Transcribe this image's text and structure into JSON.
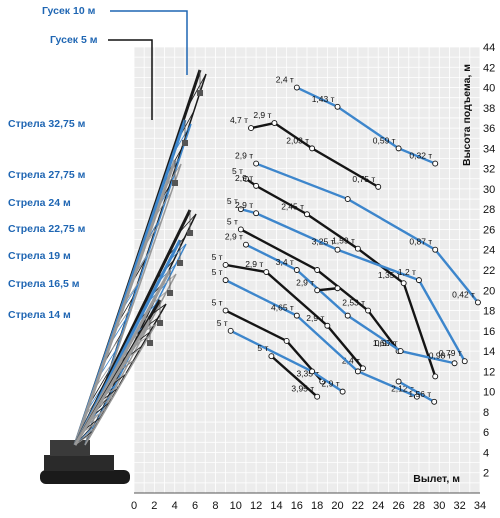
{
  "colors": {
    "blue": "#3d86cc",
    "black": "#151515",
    "gray": "#a8a8a8",
    "grid": "#d0d0d0",
    "plot_bg": "#ececec"
  },
  "chart_data": {
    "type": "line",
    "xlabel": "Вылет, м",
    "ylabel": "Высота подъема, м",
    "xlim": [
      0,
      34
    ],
    "ylim": [
      0,
      44
    ],
    "x_ticks": [
      "0",
      "2",
      "4",
      "6",
      "8",
      "10",
      "12",
      "14",
      "16",
      "18",
      "20",
      "22",
      "24",
      "26",
      "28",
      "30",
      "32",
      "34"
    ],
    "y_ticks": [
      "2",
      "4",
      "6",
      "8",
      "10",
      "12",
      "14",
      "16",
      "18",
      "20",
      "22",
      "24",
      "26",
      "28",
      "30",
      "32",
      "34",
      "36",
      "38",
      "40",
      "42",
      "44"
    ],
    "configs": [
      {
        "label": "Гусек 10 м",
        "color": "blue"
      },
      {
        "label": "Гусек 5 м",
        "color": "black"
      },
      {
        "label": "Стрела 32,75 м",
        "color": "blue"
      },
      {
        "label": "Стрела 27,75 м",
        "color": "blue"
      },
      {
        "label": "Стрела 24 м",
        "color": "blue"
      },
      {
        "label": "Стрела 22,75 м",
        "color": "blue"
      },
      {
        "label": "Стрела 19 м",
        "color": "blue"
      },
      {
        "label": "Стрела 16,5 м",
        "color": "blue"
      },
      {
        "label": "Стрела 14 м",
        "color": "blue"
      }
    ],
    "series": [
      {
        "color": "blue",
        "points": [
          [
            16,
            40
          ],
          [
            20,
            38.1
          ],
          [
            26,
            34
          ],
          [
            29.6,
            32.5
          ]
        ],
        "labels": [
          "2,4 т",
          "1,43 т",
          "0,59 т",
          "0,32 т"
        ]
      },
      {
        "color": "black",
        "points": [
          [
            11.5,
            36
          ],
          [
            13.8,
            36.5
          ],
          [
            17.5,
            34
          ],
          [
            24,
            30.2
          ]
        ],
        "labels": [
          "4,7 т",
          "2,9 т",
          "2,03 т",
          "0,75 т"
        ]
      },
      {
        "color": "blue",
        "points": [
          [
            12,
            32.5
          ],
          [
            21,
            29
          ],
          [
            29.6,
            24
          ],
          [
            33.8,
            18.8
          ]
        ],
        "labels": [
          "2,9 т",
          "",
          "0,87 т",
          "0,42 т"
        ]
      },
      {
        "color": "black",
        "points": [
          [
            11,
            31
          ],
          [
            12,
            30.3
          ],
          [
            17,
            27.5
          ],
          [
            22,
            24.1
          ],
          [
            26.5,
            20.7
          ],
          [
            29.6,
            11.5
          ]
        ],
        "labels": [
          "5 т",
          "2,9 т",
          "2,45 т",
          "1,59 т",
          "1,35 т",
          ""
        ]
      },
      {
        "color": "blue",
        "points": [
          [
            10.5,
            28
          ],
          [
            12,
            27.6
          ],
          [
            20,
            24
          ],
          [
            28,
            21
          ],
          [
            32.5,
            13
          ]
        ],
        "labels": [
          "5 т",
          "2,9 т",
          "3,25 т",
          "1,2 т",
          "0,79 т"
        ]
      },
      {
        "color": "black",
        "points": [
          [
            10.5,
            26
          ],
          [
            18,
            22
          ],
          [
            23,
            18
          ],
          [
            26,
            14
          ]
        ],
        "labels": [
          "5 т",
          "",
          "2,53 т",
          "1,62 т"
        ]
      },
      {
        "color": "blue",
        "points": [
          [
            11,
            24.5
          ],
          [
            16,
            22
          ],
          [
            21,
            17.5
          ],
          [
            26.2,
            14
          ],
          [
            31.5,
            12.8
          ]
        ],
        "labels": [
          "2,9 т",
          "3,4 т",
          "",
          "0,97 т",
          "0,98 т"
        ]
      },
      {
        "color": "black",
        "points": [
          [
            9,
            22.5
          ],
          [
            13,
            21.8
          ],
          [
            19,
            16.5
          ],
          [
            22.5,
            12.3
          ]
        ],
        "labels": [
          "5 т",
          "2,9 т",
          "2,9 т",
          "2,4 т"
        ]
      },
      {
        "color": "blue",
        "points": [
          [
            9,
            21
          ],
          [
            16,
            17.5
          ],
          [
            22,
            12
          ],
          [
            27.8,
            9.5
          ]
        ],
        "labels": [
          "5 т",
          "4,65 т",
          "",
          "2,12 т"
        ]
      },
      {
        "color": "black",
        "points": [
          [
            9,
            18
          ],
          [
            15,
            15
          ],
          [
            18.5,
            11
          ]
        ],
        "labels": [
          "5 т",
          "",
          "3,35 т"
        ]
      },
      {
        "color": "blue",
        "points": [
          [
            9.5,
            16
          ],
          [
            17.5,
            12
          ],
          [
            20.5,
            10
          ]
        ],
        "labels": [
          "5 т",
          "",
          "2,9 т"
        ]
      },
      {
        "color": "black",
        "points": [
          [
            13.5,
            13.5
          ],
          [
            18,
            9.5
          ]
        ],
        "labels": [
          "5 т",
          "3,95 т"
        ]
      },
      {
        "color": "blue",
        "points": [
          [
            26,
            11
          ],
          [
            29.5,
            9
          ]
        ],
        "labels": [
          "",
          "1,56 т"
        ]
      },
      {
        "color": "black",
        "points": [
          [
            18,
            20
          ],
          [
            20,
            20.2
          ]
        ],
        "labels": [
          "2,9 т",
          ""
        ]
      }
    ]
  }
}
